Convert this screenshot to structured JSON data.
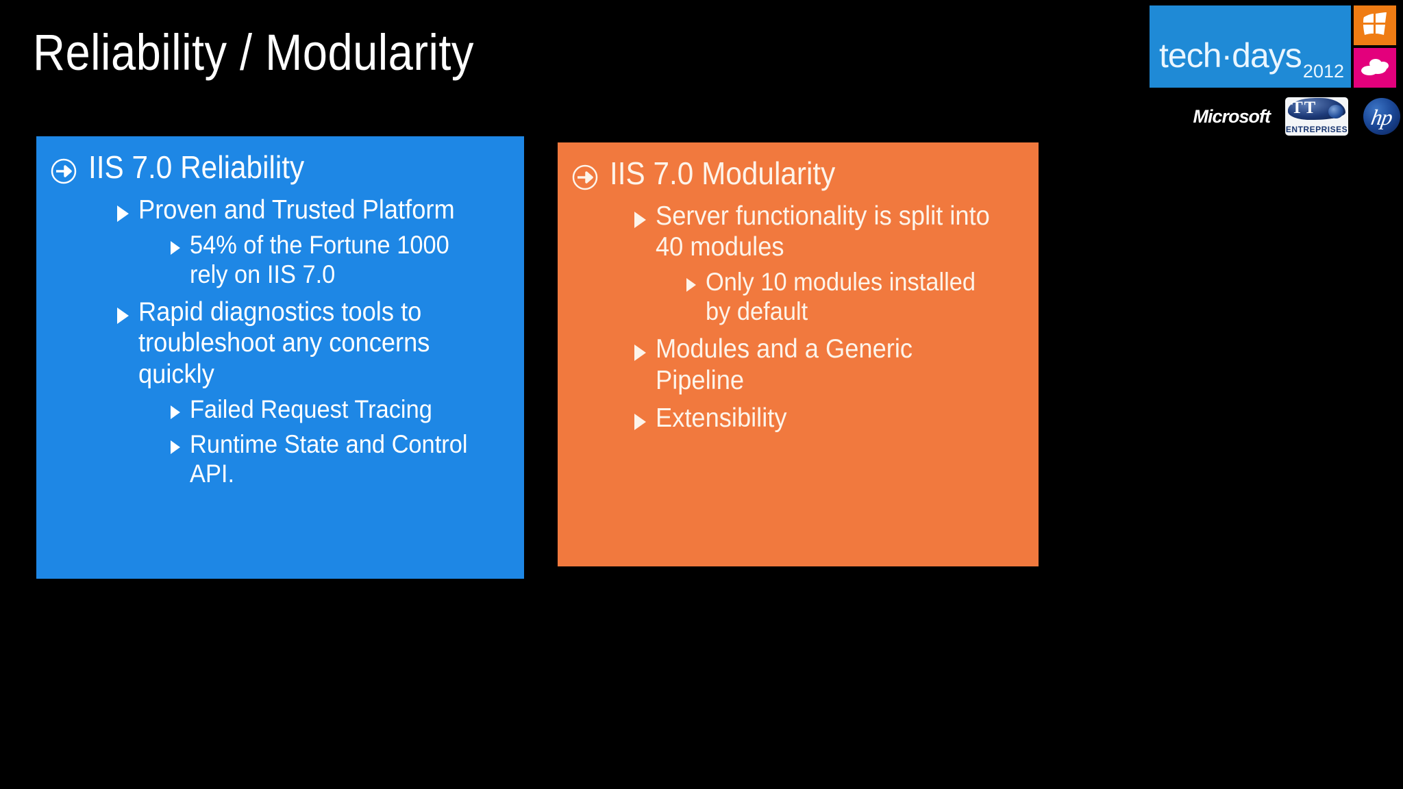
{
  "slide": {
    "title": "Reliability / Modularity",
    "background_color": "#000000"
  },
  "branding": {
    "techdays_name": "tech·days",
    "techdays_year": "2012",
    "techdays_box_color": "#1f8ad6",
    "tile_windows_color": "#ef7c14",
    "tile_cloud_color": "#e3007c",
    "windows_icon_name": "windows-flag-icon",
    "cloud_icon_name": "cloud-icon",
    "sponsors": [
      {
        "name": "Microsoft",
        "label": "Microsoft"
      },
      {
        "name": "TT Entreprises",
        "letters": "TT",
        "label": "ENTREPRISES"
      },
      {
        "name": "HP",
        "label": "hp"
      }
    ]
  },
  "panels": [
    {
      "id": "reliability",
      "background_color": "#1e87e5",
      "text_color": "#ffffff",
      "heading": "IIS 7.0 Reliability",
      "heading_icon": "arrow-circle-icon",
      "items": [
        {
          "level": 1,
          "text": "Proven and Trusted Platform"
        },
        {
          "level": 2,
          "text": "54% of the Fortune 1000 rely on IIS 7.0"
        },
        {
          "level": 1,
          "text": "Rapid diagnostics tools to troubleshoot any concerns quickly"
        },
        {
          "level": 2,
          "text": "Failed Request Tracing"
        },
        {
          "level": 2,
          "text": "Runtime State and Control API."
        }
      ]
    },
    {
      "id": "modularity",
      "background_color": "#f1793e",
      "text_color": "#fdf4ea",
      "heading": "IIS 7.0 Modularity",
      "heading_icon": "arrow-circle-icon",
      "items": [
        {
          "level": 1,
          "text": "Server functionality is split into 40 modules"
        },
        {
          "level": 2,
          "text": "Only 10 modules installed by default"
        },
        {
          "level": 1,
          "text": "Modules and a Generic Pipeline"
        },
        {
          "level": 1,
          "text": "Extensibility"
        }
      ]
    }
  ]
}
